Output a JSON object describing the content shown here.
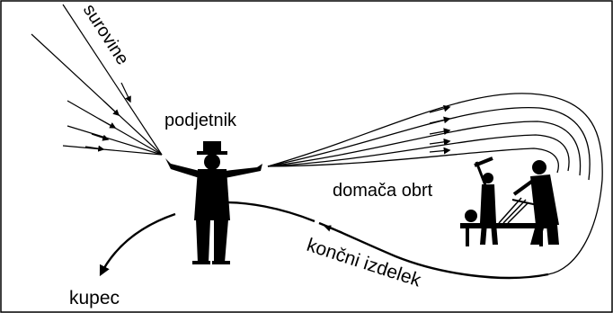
{
  "labels": {
    "raw_materials": "surovine",
    "entrepreneur": "podjetnik",
    "home_craft": "domača obrt",
    "final_product": "končni izdelek",
    "buyer": "kupec"
  },
  "colors": {
    "ink": "#000000",
    "background": "#ffffff"
  }
}
